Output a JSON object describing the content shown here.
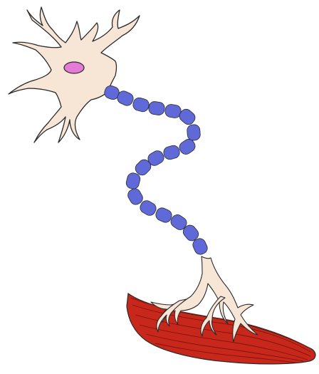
{
  "colors": {
    "cell_body_fill": "#f7e6d6",
    "nucleus_fill": "#e27ad6",
    "myelin_fill": "#5f6ad8",
    "muscle_fill": "#c8281b",
    "muscle_striation": "#7c140c",
    "terminal_fill": "#f7e6d6",
    "outline": "#2a2a2a"
  },
  "parts": [
    "cell-body",
    "nucleus",
    "dendrites",
    "myelinated-axon",
    "axon-terminals",
    "muscle-fiber"
  ]
}
